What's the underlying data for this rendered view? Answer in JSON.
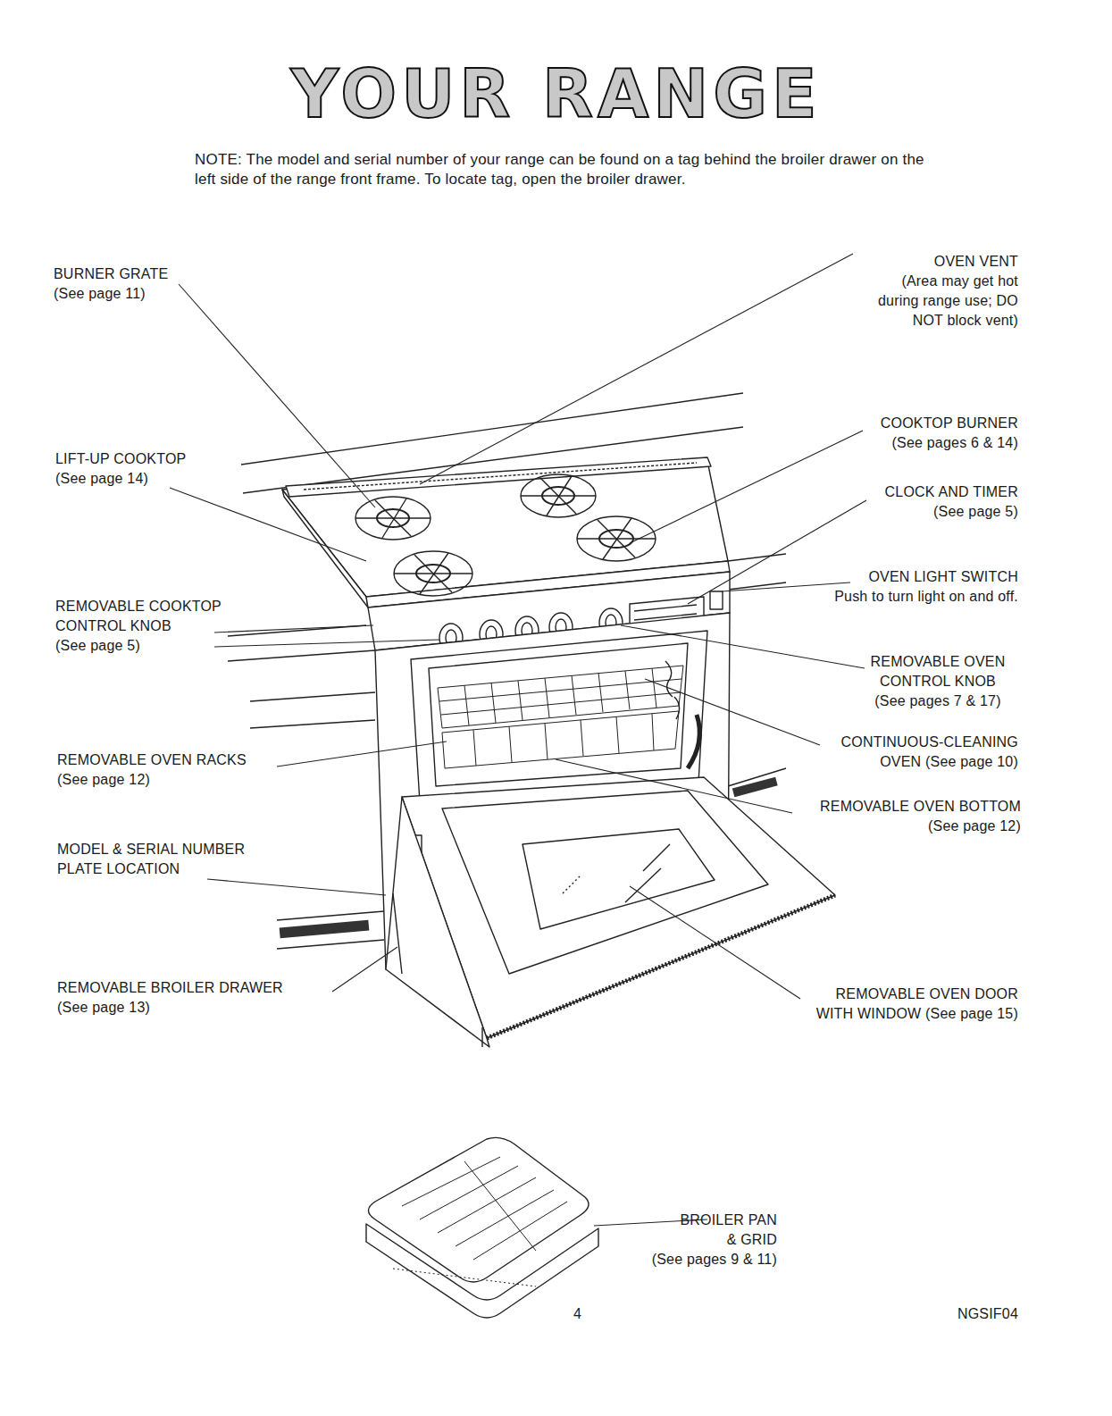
{
  "diagram": {
    "title": "YOUR RANGE",
    "labels": [
      "NOTE: The model and serial number of your range can be found on a tag behind the broiler drawer on the left side of the range front frame. To locate tag, open the broiler drawer.",
      "BURNER GRATE",
      "(See page 11)",
      "LIFT-UP COOKTOP",
      "(See page 14)",
      "REMOVABLE COOKTOP CONTROL KNOB",
      "(See page 5)",
      "REMOVABLE OVEN RACKS",
      "(See page 12)",
      "MODEL & SERIAL NUMBER PLATE LOCATION",
      "REMOVABLE BROILER DRAWER",
      "(See page 13)",
      "OVEN VENT",
      "(Area may get hot during range use; DO NOT block vent)",
      "COOKTOP BURNER",
      "(See pages 6 & 14)",
      "CLOCK AND TIMER",
      "(See page 5)",
      "OVEN LIGHT SWITCH",
      "Push to turn light on and off.",
      "REMOVABLE OVEN CONTROL KNOB",
      "(See pages 7 & 17)",
      "CONTINUOUS-CLEANING OVEN (See page 10)",
      "REMOVABLE OVEN BOTTOM",
      "(See page 12)",
      "REMOVABLE OVEN DOOR WITH WINDOW (See page 15)",
      "BROILER PAN & GRID",
      "(See pages 9 & 11)",
      "4",
      "NGSIF04"
    ]
  }
}
